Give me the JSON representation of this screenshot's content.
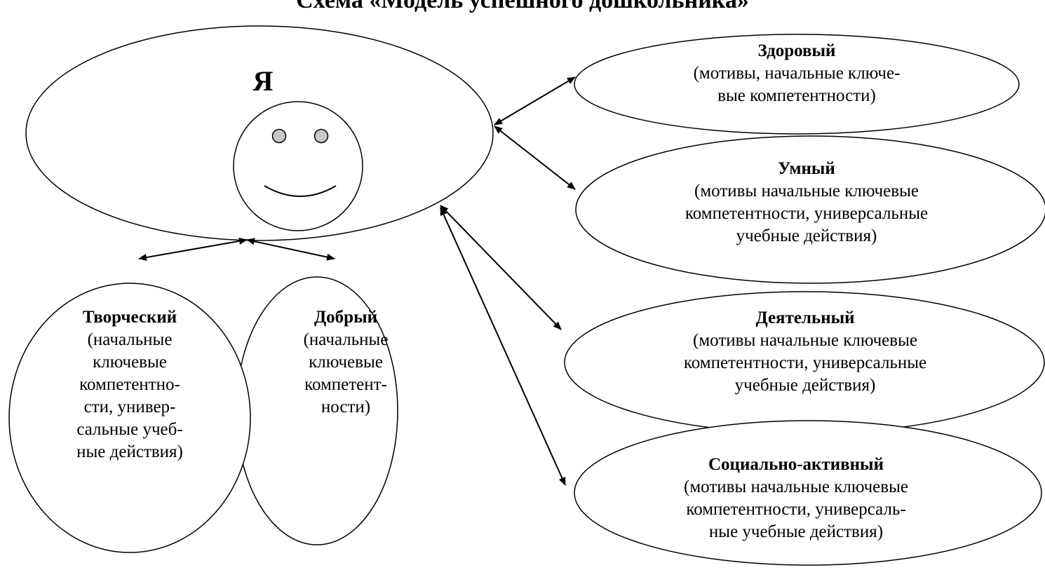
{
  "diagram": {
    "title": "Схема «Модель успешного дошкольника»",
    "center": {
      "label": "Я"
    },
    "nodes": [
      {
        "id": "zdorovyi",
        "title": "Здоровый",
        "desc": [
          "(мотивы, начальные ключе-",
          "вые компетентности)"
        ]
      },
      {
        "id": "umnyi",
        "title": "Умный",
        "desc": [
          "(мотивы начальные ключевые",
          "компетентности, универсальные",
          "учебные действия)"
        ]
      },
      {
        "id": "deyatelnyi",
        "title": "Деятельный",
        "desc": [
          "(мотивы начальные ключевые",
          "компетентности, универсальные",
          "учебные действия)"
        ]
      },
      {
        "id": "socialno",
        "title": "Социально-активный",
        "desc": [
          "(мотивы начальные ключевые",
          "компетентности, универсаль-",
          "ные учебные действия)"
        ]
      },
      {
        "id": "tvorcheskiy",
        "title": "Творческий",
        "desc": [
          "(начальные",
          "ключевые",
          "компетентно-",
          "сти, универ-",
          "сальные учеб-",
          "ные действия)"
        ]
      },
      {
        "id": "dobryi",
        "title": "Добрый",
        "desc": [
          "(начальные",
          "ключевые",
          "компетент-",
          "ности)"
        ]
      }
    ]
  }
}
